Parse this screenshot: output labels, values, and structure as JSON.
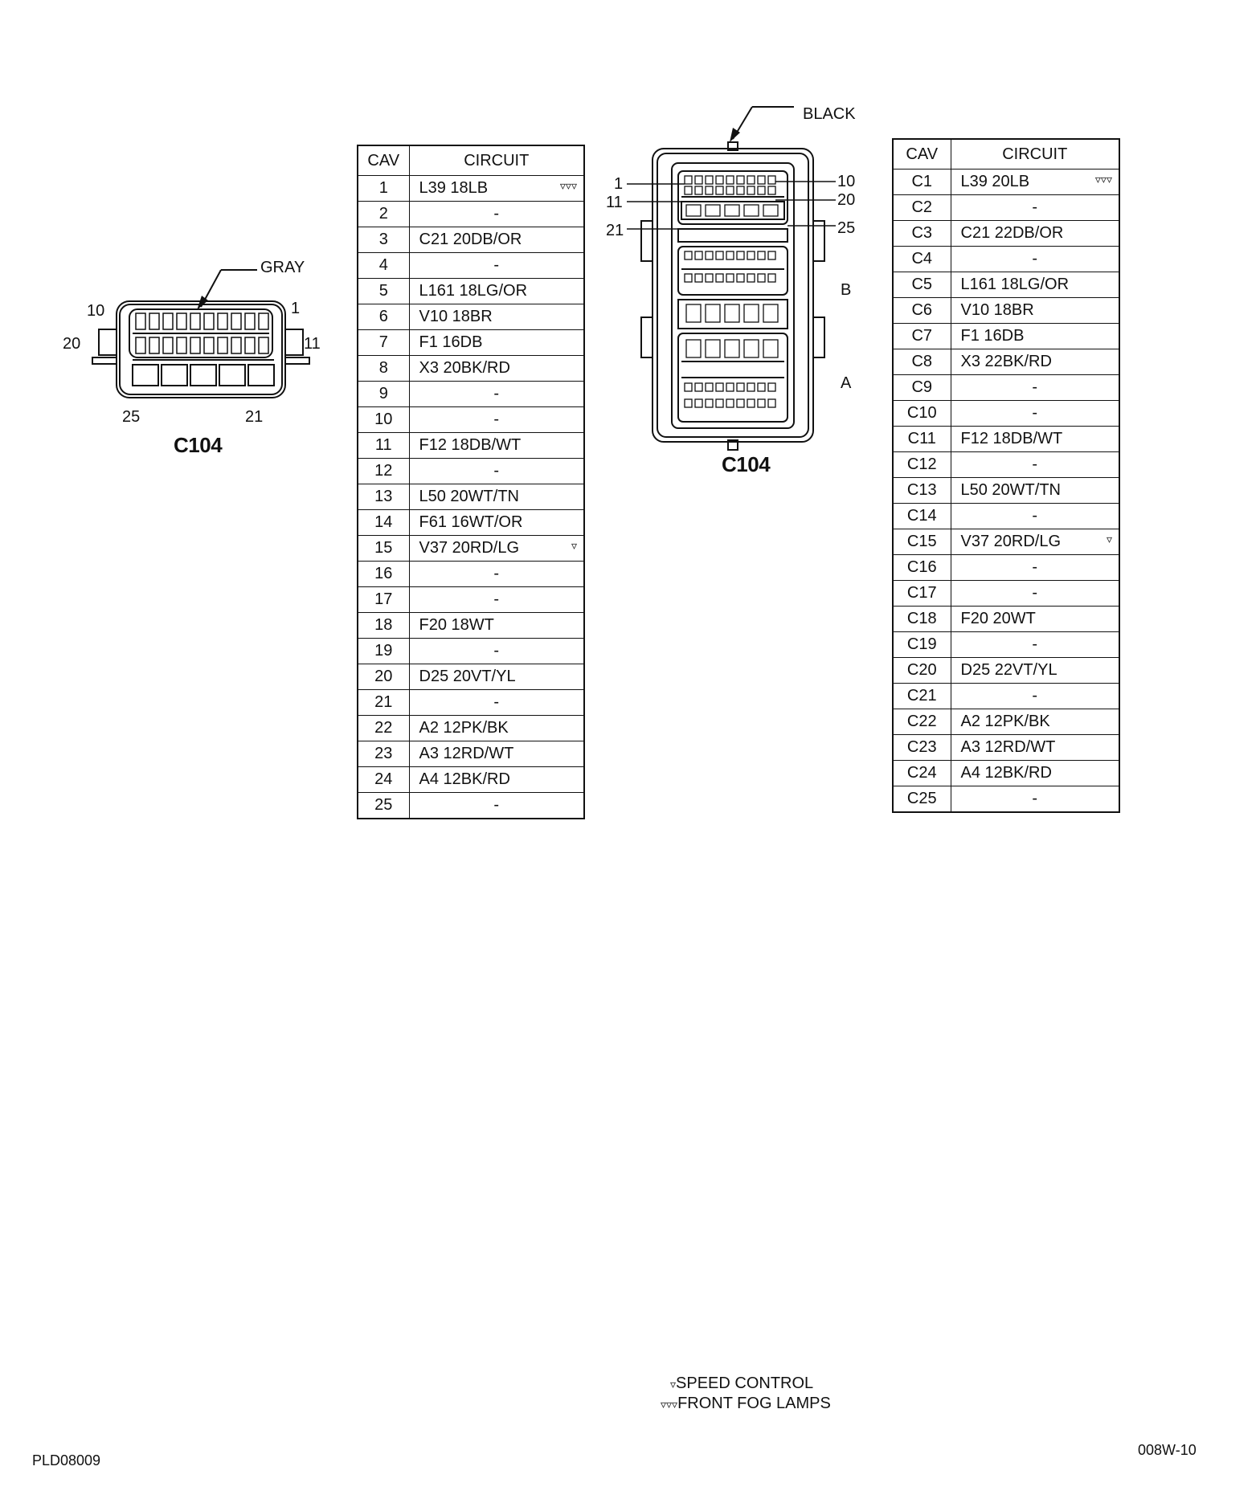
{
  "connector_name": "C104",
  "left_connector": {
    "color_label": "GRAY",
    "pin_labels": {
      "p10": "10",
      "p1": "1",
      "p20": "20",
      "p11": "11",
      "p25": "25",
      "p21": "21"
    }
  },
  "right_connector": {
    "color_label": "BLACK",
    "pin_labels": {
      "p1": "1",
      "p11": "11",
      "p21": "21",
      "p10": "10",
      "p20": "20",
      "p25": "25"
    },
    "section_labels": {
      "b": "B",
      "a": "A"
    }
  },
  "headers": {
    "cav": "CAV",
    "circuit": "CIRCUIT"
  },
  "left_table": [
    {
      "cav": "1",
      "circuit": "L39 18LB",
      "mark": "▿▿▿"
    },
    {
      "cav": "2",
      "circuit": "-"
    },
    {
      "cav": "3",
      "circuit": "C21 20DB/OR"
    },
    {
      "cav": "4",
      "circuit": "-"
    },
    {
      "cav": "5",
      "circuit": "L161 18LG/OR"
    },
    {
      "cav": "6",
      "circuit": "V10 18BR"
    },
    {
      "cav": "7",
      "circuit": "F1 16DB"
    },
    {
      "cav": "8",
      "circuit": "X3 20BK/RD"
    },
    {
      "cav": "9",
      "circuit": "-"
    },
    {
      "cav": "10",
      "circuit": "-"
    },
    {
      "cav": "11",
      "circuit": "F12 18DB/WT"
    },
    {
      "cav": "12",
      "circuit": "-"
    },
    {
      "cav": "13",
      "circuit": "L50 20WT/TN"
    },
    {
      "cav": "14",
      "circuit": "F61 16WT/OR"
    },
    {
      "cav": "15",
      "circuit": "V37 20RD/LG",
      "mark": "▿"
    },
    {
      "cav": "16",
      "circuit": "-"
    },
    {
      "cav": "17",
      "circuit": "-"
    },
    {
      "cav": "18",
      "circuit": "F20 18WT"
    },
    {
      "cav": "19",
      "circuit": "-"
    },
    {
      "cav": "20",
      "circuit": "D25 20VT/YL"
    },
    {
      "cav": "21",
      "circuit": "-"
    },
    {
      "cav": "22",
      "circuit": "A2 12PK/BK"
    },
    {
      "cav": "23",
      "circuit": "A3 12RD/WT"
    },
    {
      "cav": "24",
      "circuit": "A4 12BK/RD"
    },
    {
      "cav": "25",
      "circuit": "-"
    }
  ],
  "right_table": [
    {
      "cav": "C1",
      "circuit": "L39 20LB",
      "mark": "▿▿▿"
    },
    {
      "cav": "C2",
      "circuit": "-"
    },
    {
      "cav": "C3",
      "circuit": "C21 22DB/OR"
    },
    {
      "cav": "C4",
      "circuit": "-"
    },
    {
      "cav": "C5",
      "circuit": "L161 18LG/OR"
    },
    {
      "cav": "C6",
      "circuit": "V10 18BR"
    },
    {
      "cav": "C7",
      "circuit": "F1 16DB"
    },
    {
      "cav": "C8",
      "circuit": "X3 22BK/RD"
    },
    {
      "cav": "C9",
      "circuit": "-"
    },
    {
      "cav": "C10",
      "circuit": "-"
    },
    {
      "cav": "C11",
      "circuit": "F12 18DB/WT"
    },
    {
      "cav": "C12",
      "circuit": "-"
    },
    {
      "cav": "C13",
      "circuit": "L50 20WT/TN"
    },
    {
      "cav": "C14",
      "circuit": "-"
    },
    {
      "cav": "C15",
      "circuit": "V37 20RD/LG",
      "mark": "▿"
    },
    {
      "cav": "C16",
      "circuit": "-"
    },
    {
      "cav": "C17",
      "circuit": "-"
    },
    {
      "cav": "C18",
      "circuit": "F20 20WT"
    },
    {
      "cav": "C19",
      "circuit": "-"
    },
    {
      "cav": "C20",
      "circuit": "D25 22VT/YL"
    },
    {
      "cav": "C21",
      "circuit": "-"
    },
    {
      "cav": "C22",
      "circuit": "A2 12PK/BK"
    },
    {
      "cav": "C23",
      "circuit": "A3 12RD/WT"
    },
    {
      "cav": "C24",
      "circuit": "A4 12BK/RD"
    },
    {
      "cav": "C25",
      "circuit": "-"
    }
  ],
  "legend": [
    {
      "symbol": "▿",
      "text": "SPEED CONTROL"
    },
    {
      "symbol": "▿▿▿",
      "text": "FRONT FOG LAMPS"
    }
  ],
  "footer": {
    "left": "PLD08009",
    "right": "008W-10"
  }
}
